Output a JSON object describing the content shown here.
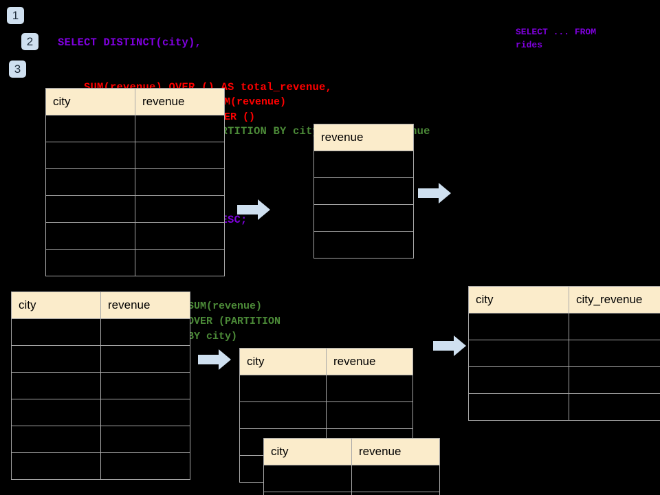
{
  "badges": [
    {
      "label": "1"
    },
    {
      "label": "2"
    },
    {
      "label": "3"
    }
  ],
  "sql": {
    "line1": "SELECT DISTINCT(city),",
    "line2": "    SUM(revenue) OVER () AS total_revenue,",
    "line3": "    SUM(revenue) OVER (PARTITION BY city) as city_revenue",
    "line4": "  FROM rides",
    "line5": "  ORDER by city_revenue DESC;",
    "colors": {
      "purple": "#8000e0",
      "red": "#ff0000",
      "green": "#4c8b38"
    }
  },
  "sidenote": {
    "text": "SELECT ... FROM\nrides"
  },
  "annotations": {
    "total_window": "SUM(revenue)\nOVER ()",
    "partition_window": "SUM(revenue)\nOVER (PARTITION\nBY city)"
  },
  "tables": {
    "rides_top": {
      "headers": [
        "city",
        "revenue"
      ],
      "rows": 6,
      "cells": [
        [
          "",
          ""
        ],
        [
          "",
          ""
        ],
        [
          "",
          ""
        ],
        [
          "",
          ""
        ],
        [
          "",
          ""
        ],
        [
          "",
          ""
        ]
      ]
    },
    "total_revenue": {
      "headers": [
        "revenue"
      ],
      "rows": 4,
      "cells": [
        [
          ""
        ],
        [
          ""
        ],
        [
          ""
        ],
        [
          ""
        ]
      ]
    },
    "rides_bottom": {
      "headers": [
        "city",
        "revenue"
      ],
      "rows": 6,
      "cells": [
        [
          "",
          ""
        ],
        [
          "",
          ""
        ],
        [
          "",
          ""
        ],
        [
          "",
          ""
        ],
        [
          "",
          ""
        ],
        [
          "",
          ""
        ]
      ]
    },
    "partition_a": {
      "headers": [
        "city",
        "revenue"
      ],
      "rows": 4,
      "cells": [
        [
          "",
          ""
        ],
        [
          "",
          ""
        ],
        [
          "",
          ""
        ],
        [
          "",
          ""
        ]
      ]
    },
    "partition_b": {
      "headers": [
        "city",
        "revenue"
      ],
      "rows": 2,
      "cells": [
        [
          "",
          ""
        ],
        [
          "",
          ""
        ]
      ]
    },
    "result": {
      "headers": [
        "city",
        "city_revenue"
      ],
      "rows": 4,
      "cells": [
        [
          "",
          ""
        ],
        [
          "",
          ""
        ],
        [
          "",
          ""
        ],
        [
          "",
          ""
        ]
      ]
    }
  },
  "arrows": {
    "color": "#cfe0f0",
    "count": 4
  },
  "theme": {
    "background": "#000000",
    "header_fill": "#fbeccb",
    "grid_line": "#a8a8a8",
    "badge_fill": "#cfe0f0"
  }
}
